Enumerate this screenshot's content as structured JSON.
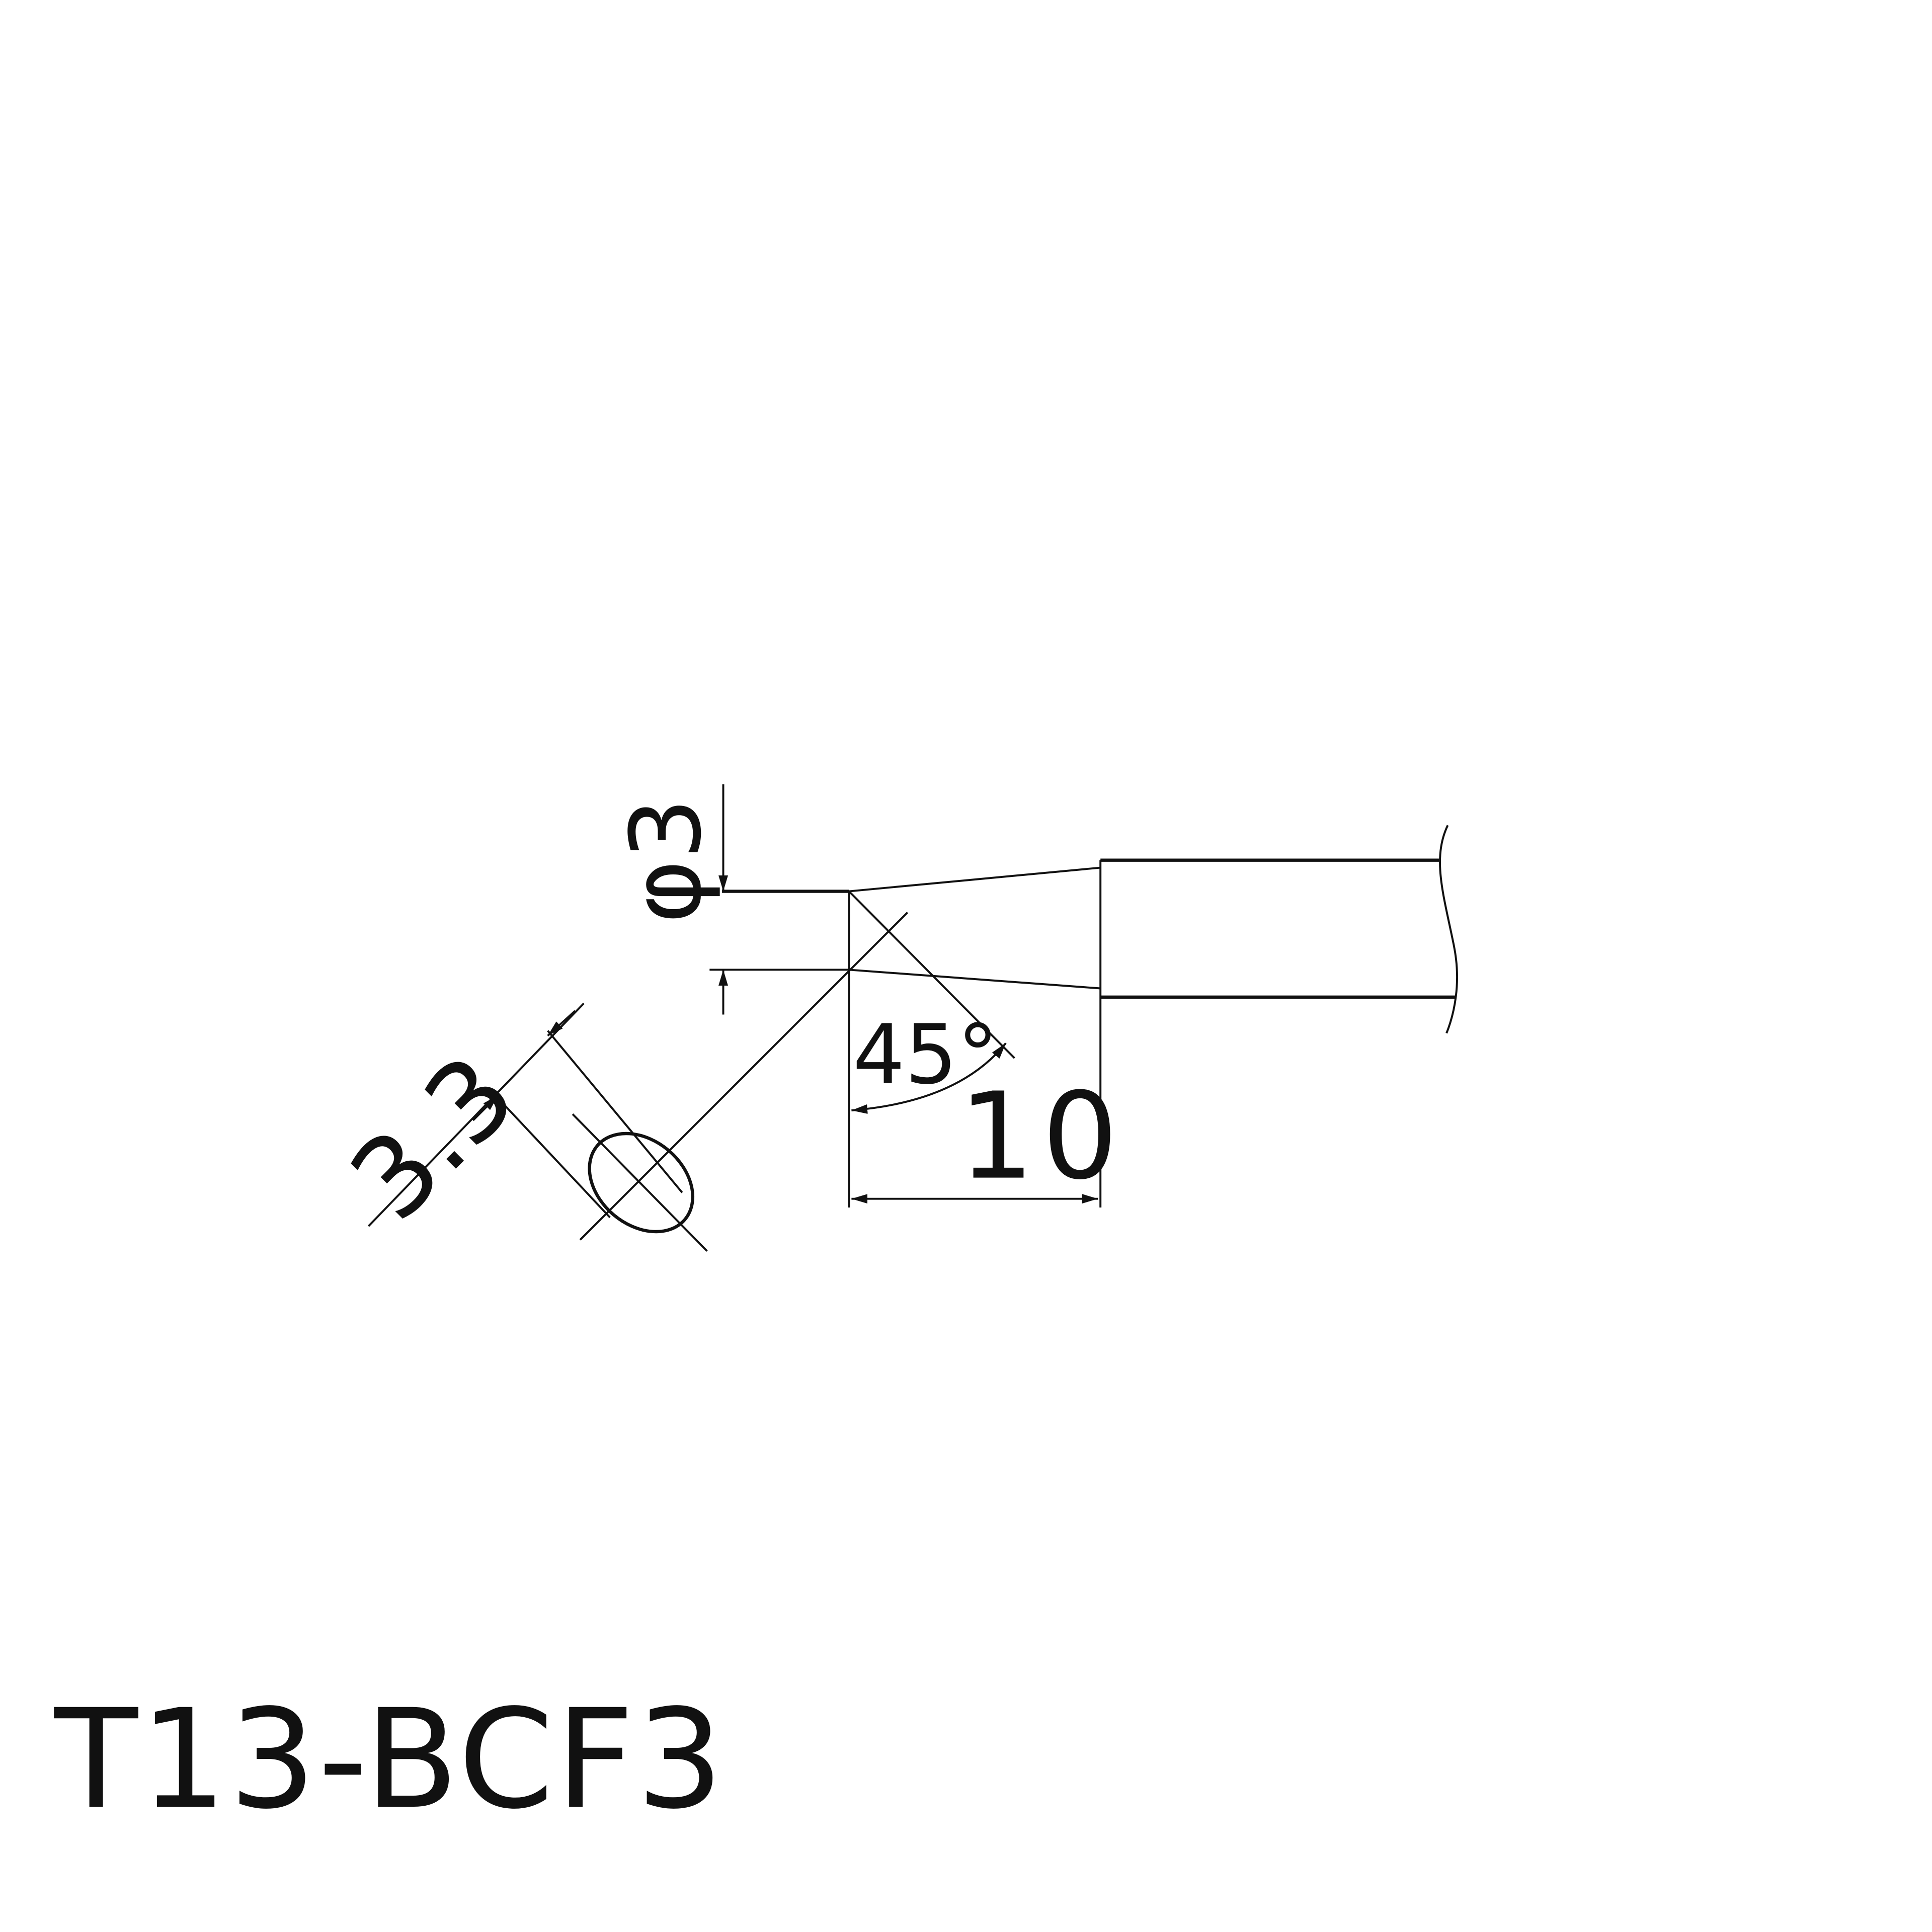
{
  "title": "T13-BCF3",
  "dimensions": {
    "diameter": "φ3",
    "face_width": "3.3",
    "angle": "45°",
    "length": "10"
  },
  "colors": {
    "line": "#111111",
    "background": "#ffffff"
  }
}
